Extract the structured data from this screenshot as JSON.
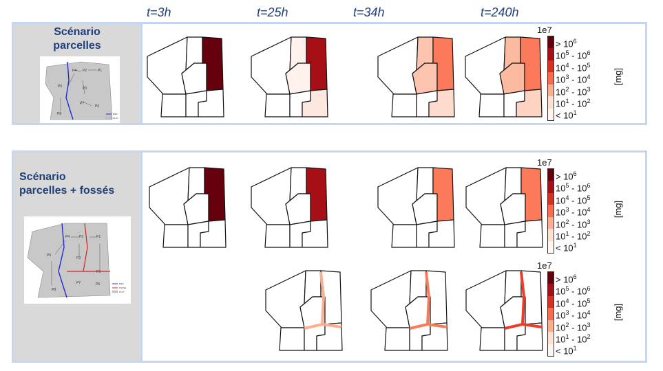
{
  "time_labels": [
    "t=3h",
    "t=25h",
    "t=34h",
    "t=240h"
  ],
  "scenarios": [
    {
      "title_line1": "Scénario",
      "title_line2": "parcelles"
    },
    {
      "title_line1": "Scénario",
      "title_line2": "parcelles + fossés"
    }
  ],
  "legend": {
    "exponent": "1e7",
    "unit": "[mg]",
    "classes": [
      "> 10^6",
      "10^5 - 10^6",
      "10^4 - 10^5",
      "10^3 - 10^4",
      "10^2 - 10^3",
      "10^1 - 10^2",
      "< 10^1"
    ],
    "colors": [
      "#67000d",
      "#a50f15",
      "#d7301f",
      "#fb6a4a",
      "#fcae91",
      "#fde0d2",
      "#fff5f0"
    ]
  },
  "thumb1": {
    "labels": [
      "P4",
      "P2",
      "P1",
      "P3",
      "P5",
      "P7",
      "P6",
      "P8"
    ],
    "legend": [
      "BIEF",
      "PLOT"
    ]
  },
  "thumb2": {
    "labels": [
      "P4",
      "P2",
      "P1",
      "P3",
      "P5",
      "P7",
      "P6",
      "P8",
      "P9"
    ],
    "legend": [
      "BIEF",
      "FOSSE",
      "PLOT"
    ]
  },
  "maps": {
    "row1": [
      {
        "time": "t=3h",
        "upper_right": "#67000d",
        "mid_right": "#67000d",
        "lower_right": "#ffffff",
        "center_upper": "#ffffff",
        "center_lower": "#ffffff"
      },
      {
        "time": "t=25h",
        "upper_right": "#a50f15",
        "mid_right": "#a50f15",
        "lower_right": "#fde8df",
        "center_upper": "#fff1ec",
        "center_lower": "#fff1ec"
      },
      {
        "time": "t=34h",
        "upper_right": "#fb7a5a",
        "mid_right": "#fb7a5a",
        "lower_right": "#fddccf",
        "center_upper": "#fcc4ae",
        "center_lower": "#fcc4ae"
      },
      {
        "time": "t=240h",
        "upper_right": "#fb7a5a",
        "mid_right": "#fb7a5a",
        "lower_right": "#fdd3c1",
        "center_upper": "#fcbba1",
        "center_lower": "#fcbba1"
      }
    ],
    "row2": [
      {
        "time": "t=3h",
        "upper_right": "#67000d",
        "mid_right": "#67000d"
      },
      {
        "time": "t=25h",
        "upper_right": "#a50f15",
        "mid_right": "#a50f15"
      },
      {
        "time": "t=34h",
        "upper_right": "#fb7a5a",
        "mid_right": "#fb7a5a"
      },
      {
        "time": "t=240h",
        "upper_right": "#fb7a5a",
        "mid_right": "#fb7a5a"
      }
    ],
    "row3": [
      {
        "time": "t=25h",
        "ditch": "#fcae91"
      },
      {
        "time": "t=34h",
        "ditch": "#fb7a5a"
      },
      {
        "time": "t=240h",
        "ditch": "#ef3b2c"
      }
    ]
  }
}
